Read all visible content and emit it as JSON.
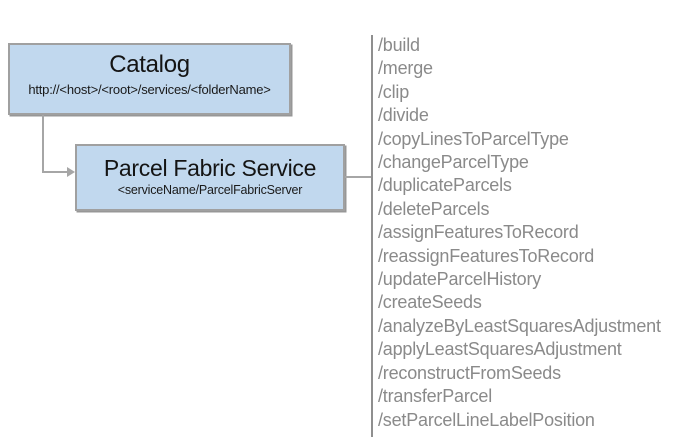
{
  "catalog": {
    "title": "Catalog",
    "subtitle": "http://<host>/<root>/services/<folderName>"
  },
  "service": {
    "title": "Parcel Fabric Service",
    "subtitle": "<serviceName/ParcelFabricServer"
  },
  "operations": [
    "/build",
    "/merge",
    "/clip",
    "/divide",
    "/copyLinesToParcelType",
    "/changeParcelType",
    "/duplicateParcels",
    "/deleteParcels",
    "/assignFeaturesToRecord",
    "/reassignFeaturesToRecord",
    "/updateParcelHistory",
    "/createSeeds",
    "/analyzeByLeastSquaresAdjustment",
    "/applyLeastSquaresAdjustment",
    "/reconstructFromSeeds",
    "/transferParcel",
    "/setParcelLineLabelPosition"
  ],
  "colors": {
    "box_fill": "#c1d8ee",
    "box_border": "#a0a0a0",
    "box_shadow": "#979797",
    "connector": "#a6a6a6",
    "rule": "#8f8f8f",
    "list_text": "#8a8a8a"
  }
}
